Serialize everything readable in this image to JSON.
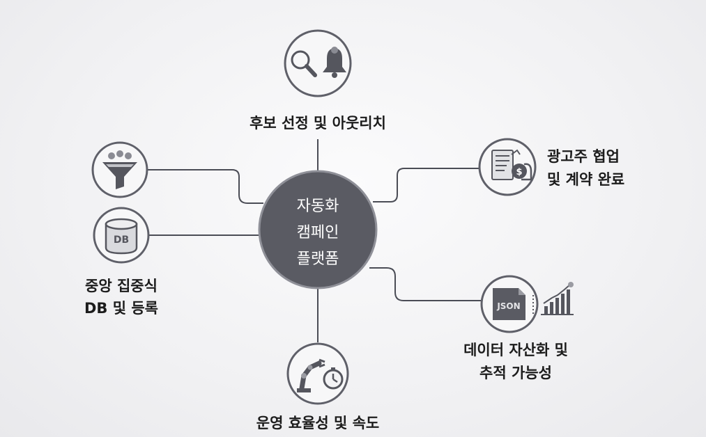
{
  "hub": {
    "line1": "자동화",
    "line2": "캠페인",
    "line3": "플랫폼"
  },
  "nodes": {
    "top": {
      "label": "후보 선정 및 아웃리치",
      "icon": "search-bell-icon"
    },
    "right_top": {
      "line1": "광고주 협업",
      "line2": "및 계약 완료",
      "icon": "contract-coin-icon"
    },
    "right_bottom": {
      "line1": "데이터 자산화 및",
      "line2": "추적 가능성",
      "icon": "json-growth-chart-icon"
    },
    "bottom": {
      "label": "운영 효율성 및 속도",
      "icon": "robot-arm-clock-icon"
    },
    "left_bottom": {
      "line1": "중앙 집중식",
      "line2": "DB 및 등록",
      "icon": "database-icon",
      "icon_text": "DB"
    },
    "left_top": {
      "icon": "people-funnel-icon"
    }
  },
  "icon_texts": {
    "json": "JSON"
  },
  "colors": {
    "hub_fill": "#5a5b63",
    "connector": "#4a4c55",
    "icon_ring": "#5f6069"
  }
}
